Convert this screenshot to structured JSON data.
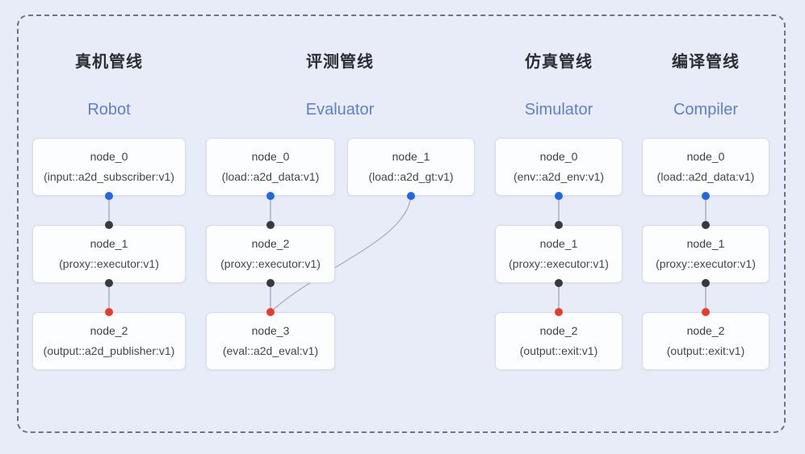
{
  "diagram_title": "pipeline-architecture-diagram",
  "pipelines": [
    {
      "title": "真机管线",
      "subtitle": "Robot",
      "nodes": [
        {
          "name": "node_0",
          "type": "(input::a2d_subscriber:v1)"
        },
        {
          "name": "node_1",
          "type": "(proxy::executor:v1)"
        },
        {
          "name": "node_2",
          "type": "(output::a2d_publisher:v1)"
        }
      ]
    },
    {
      "title": "评测管线",
      "subtitle": "Evaluator",
      "nodes": [
        {
          "name": "node_0",
          "type": "(load::a2d_data:v1)"
        },
        {
          "name": "node_1",
          "type": "(load::a2d_gt:v1)"
        },
        {
          "name": "node_2",
          "type": "(proxy::executor:v1)"
        },
        {
          "name": "node_3",
          "type": "(eval::a2d_eval:v1)"
        }
      ]
    },
    {
      "title": "仿真管线",
      "subtitle": "Simulator",
      "nodes": [
        {
          "name": "node_0",
          "type": "(env::a2d_env:v1)"
        },
        {
          "name": "node_1",
          "type": "(proxy::executor:v1)"
        },
        {
          "name": "node_2",
          "type": "(output::exit:v1)"
        }
      ]
    },
    {
      "title": "编译管线",
      "subtitle": "Compiler",
      "nodes": [
        {
          "name": "node_0",
          "type": "(load::a2d_data:v1)"
        },
        {
          "name": "node_1",
          "type": "(proxy::executor:v1)"
        },
        {
          "name": "node_2",
          "type": "(output::exit:v1)"
        }
      ]
    }
  ],
  "colors": {
    "background": "#e7ecf8",
    "dashed_border": "#6f737d",
    "node_fill": "#fcfdff",
    "node_border": "#d8dbe2",
    "title_text": "#2b2d33",
    "subtitle_text": "#5e80cb",
    "node_text": "#3c3e44",
    "edge_line": "#98a0ae",
    "edge_curve": "#a3abbe",
    "port_source_blue": "#2166e8",
    "port_target_dark": "#39393d",
    "port_target_red": "#e83c2b"
  }
}
